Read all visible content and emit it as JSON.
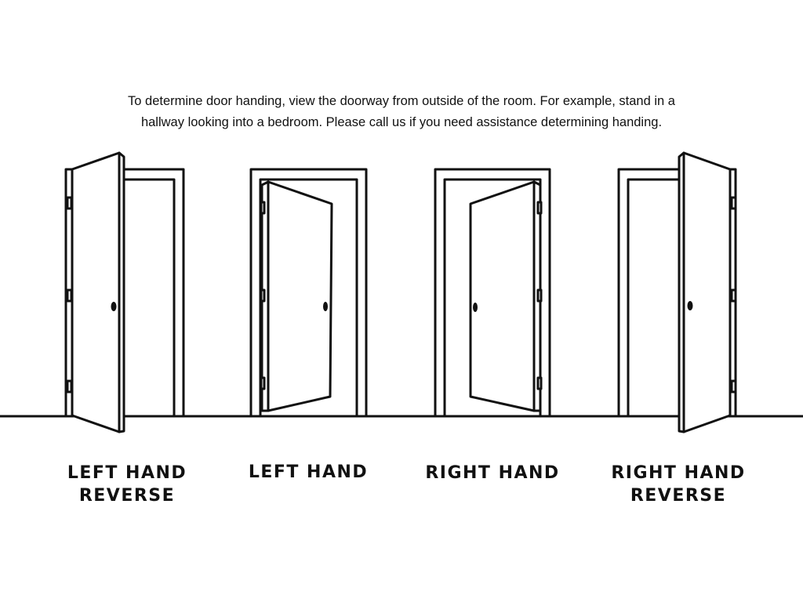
{
  "instructions": {
    "line1": "To determine door handing, view the doorway from outside of the room. For example, stand in a",
    "line2": "hallway looking into a bedroom. Please call us if you need assistance determining handing."
  },
  "doors": [
    {
      "id": "left-hand-reverse",
      "label_line1": "LEFT HAND",
      "label_line2": "REVERSE"
    },
    {
      "id": "left-hand",
      "label_line1": "LEFT HAND",
      "label_line2": ""
    },
    {
      "id": "right-hand",
      "label_line1": "RIGHT HAND",
      "label_line2": ""
    },
    {
      "id": "right-hand-reverse",
      "label_line1": "RIGHT HAND",
      "label_line2": "REVERSE"
    }
  ],
  "colors": {
    "line": "#111111",
    "background": "#ffffff"
  }
}
